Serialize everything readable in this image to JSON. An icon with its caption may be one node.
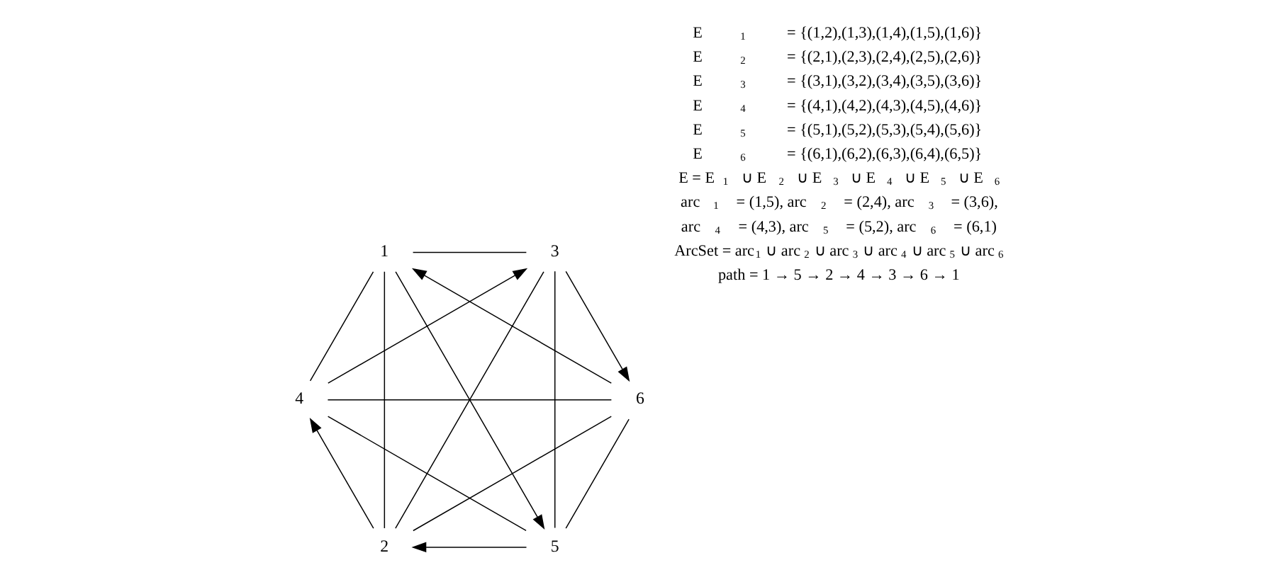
{
  "diagram": {
    "nodes": [
      {
        "text": [
          "5"
        ]
      },
      {
        "text": [
          "6"
        ]
      },
      {
        "text": [
          "4"
        ]
      },
      {
        "text": [
          "1"
        ]
      },
      {
        "text": [
          "3"
        ]
      },
      {
        "text": [
          "2"
        ]
      }
    ],
    "edges": [
      {
        "from": 3,
        "to": 0,
        "arrow": "to"
      },
      {
        "from": 5,
        "to": 2,
        "arrow": "to"
      },
      {
        "from": 4,
        "to": 1,
        "arrow": "to"
      },
      {
        "from": 2,
        "to": 4,
        "arrow": "to"
      },
      {
        "from": 0,
        "to": 5,
        "arrow": "to"
      },
      {
        "from": 1,
        "to": 3,
        "arrow": "to"
      },
      {
        "from": 0,
        "to": 1,
        "arrow": "none"
      },
      {
        "from": 0,
        "to": 2,
        "arrow": "none"
      },
      {
        "from": 0,
        "to": 4,
        "arrow": "none"
      },
      {
        "from": 1,
        "to": 2,
        "arrow": "none"
      },
      {
        "from": 1,
        "to": 5,
        "arrow": "none"
      },
      {
        "from": 2,
        "to": 3,
        "arrow": "none"
      },
      {
        "from": 3,
        "to": 4,
        "arrow": "none"
      },
      {
        "from": 3,
        "to": 5,
        "arrow": "none"
      },
      {
        "from": 4,
        "to": 5,
        "arrow": "none"
      }
    ],
    "labels": [
      "E$_{1}$ = {(1,2),(1,3),(1,4),(1,5),(1,6)}",
      "E$_{2}$ = {(2,1),(2,3),(2,4),(2,5),(2,6)}",
      "E$_{3}$ = {(3,1),(3,2),(3,4),(3,5),(3,6)}",
      "E$_{4}$ = {(4,1),(4,2),(4,3),(4,5),(4,6)}",
      "E$_{5}$ = {(5,1),(5,2),(5,3),(5,4),(5,6)}",
      "E$_{6}$ = {(6,1),(6,2),(6,3),(6,4),(6,5)}",
      "E = E$_{1}$ ∪ E$_{2}$ ∪ E$_{3}$ ∪ E$_{4}$ ∪ E$_{5}$ ∪ E$_{6}$",
      "arc$_{1}$ = (1,5), arc$_{2}$ = (2,4), arc$_{3}$ = (3,6),",
      "arc$_{4}$ = (4,3), arc$_{5}$ = (5,2), arc$_{6}$ = (6,1)",
      "ArcSet = arc$_{1}$ ∪ arc$_{2}$ ∪ arc$_{3}$ ∪ arc$_{4}$ ∪ arc$_{5}$ ∪ arc$_{6}$",
      "path = 1 → 5 → 2 → 4 → 3 → 6 → 1"
    ]
  }
}
